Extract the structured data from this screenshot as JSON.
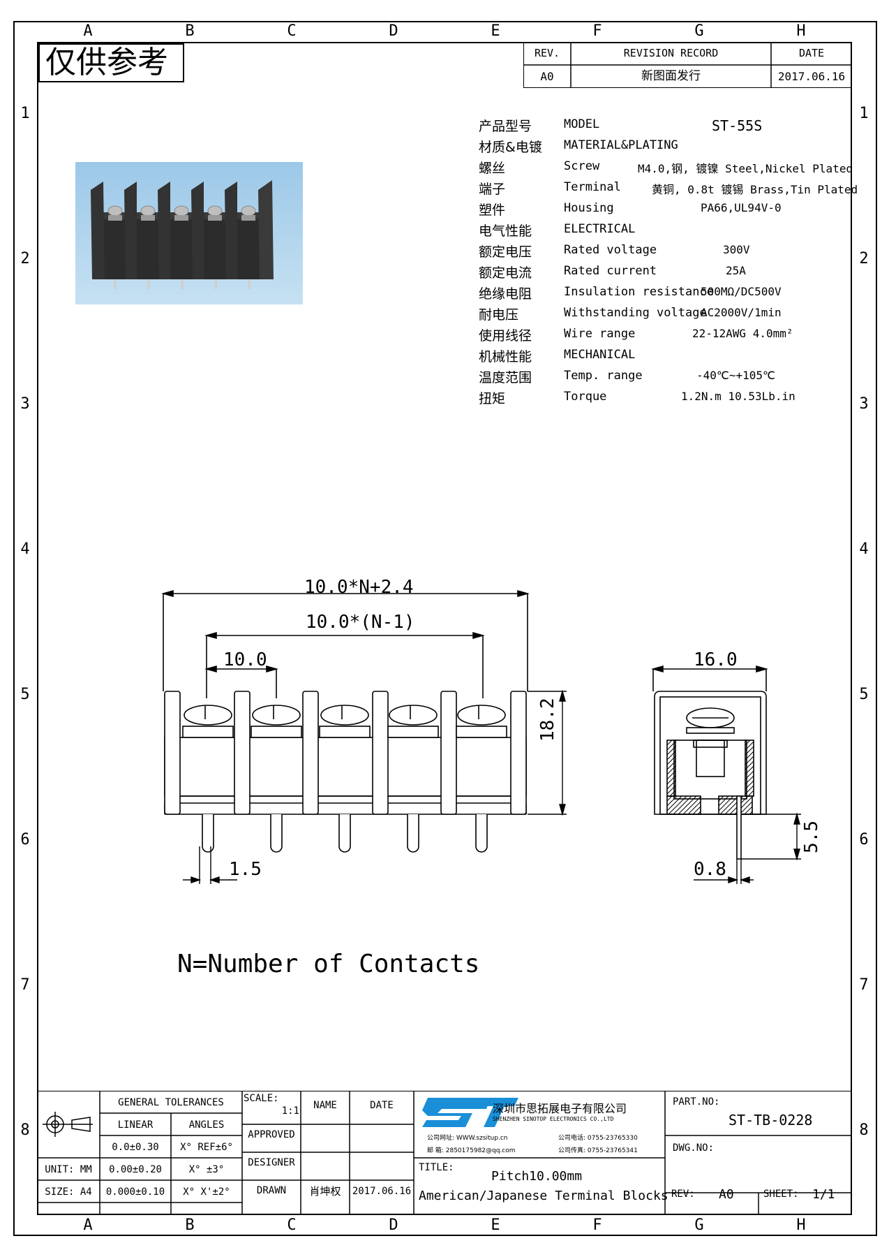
{
  "zones": {
    "columns": [
      "A",
      "B",
      "C",
      "D",
      "E",
      "F",
      "G",
      "H"
    ],
    "rows": [
      "1",
      "2",
      "3",
      "4",
      "5",
      "6",
      "7",
      "8"
    ]
  },
  "stamp": "仅供参考",
  "revision": {
    "rev_header": "REV.",
    "record_header": "REVISION RECORD",
    "date_header": "DATE",
    "rev": "A0",
    "record": "新图面发行",
    "date": "2017.06.16"
  },
  "specs": [
    {
      "cn": "产品型号",
      "en": "MODEL",
      "value": "ST-55S"
    },
    {
      "cn": "材质&电镀",
      "en": "MATERIAL&PLATING",
      "value": ""
    },
    {
      "cn": "螺丝",
      "en": "Screw",
      "value": "M4.0,钢, 镀镍 Steel,Nickel Plated"
    },
    {
      "cn": "端子",
      "en": "Terminal",
      "value": "黄铜, 0.8t 镀锡 Brass,Tin Plated"
    },
    {
      "cn": "塑件",
      "en": "Housing",
      "value": "PA66,UL94V-0"
    },
    {
      "cn": "电气性能",
      "en": "ELECTRICAL",
      "value": ""
    },
    {
      "cn": "额定电压",
      "en": "Rated voltage",
      "value": "300V"
    },
    {
      "cn": "额定电流",
      "en": "Rated current",
      "value": "25A"
    },
    {
      "cn": "绝缘电阻",
      "en": "Insulation resistance",
      "value": "500MΩ/DC500V"
    },
    {
      "cn": "耐电压",
      "en": "Withstanding voltage",
      "value": "AC2000V/1min"
    },
    {
      "cn": "使用线径",
      "en": "Wire range",
      "value": "22-12AWG 4.0mm²"
    },
    {
      "cn": "机械性能",
      "en": "MECHANICAL",
      "value": ""
    },
    {
      "cn": "温度范围",
      "en": "Temp. range",
      "value": "-40℃~+105℃"
    },
    {
      "cn": "扭矩",
      "en": "Torque",
      "value": "1.2N.m  10.53Lb.in"
    }
  ],
  "dimensions": {
    "overall": "10.0*N+2.4",
    "span": "10.0*(N-1)",
    "pitch": "10.0",
    "height": "18.2",
    "pin": "1.5",
    "side_width": "16.0",
    "pin_thickness": "0.8",
    "pin_length": "5.5"
  },
  "note": "N=Number of Contacts",
  "title_block": {
    "general_tolerances": "GENERAL TOLERANCES",
    "linear": "LINEAR",
    "angles": "ANGLES",
    "tol_rows": [
      {
        "lin": "0.0±0.30",
        "ang": "X° REF±6°"
      },
      {
        "lin": "0.00±0.20",
        "ang": "X° ±3°"
      },
      {
        "lin": "0.000±0.10",
        "ang": "X° X'±2°"
      }
    ],
    "unit_label": "UNIT: MM",
    "size_label": "SIZE: A4",
    "scale_label": "SCALE:",
    "scale_value": "1:1",
    "name_header": "NAME",
    "date_header": "DATE",
    "approved": "APPROVED",
    "designer": "DESIGNER",
    "drawn": "DRAWN",
    "drawn_name": "肖坤权",
    "drawn_date": "2017.06.16",
    "company_cn": "深圳市思拓展电子有限公司",
    "company_en": "SHENZHEN SINOTOP ELECTRONICS CO.,LTD",
    "contact_lines": [
      "公司网址: WWW.szsitup.cn",
      "公司电话: 0755-23765330",
      "邮    箱: 2850175982@qq.com",
      "公司传真: 0755-23765341"
    ],
    "title_label": "TITLE:",
    "title_line1": "Pitch10.00mm",
    "title_line2": "American/Japanese Terminal Blocks",
    "part_label": "PART.NO:",
    "part_no": "ST-TB-0228",
    "dwg_label": "DWG.NO:",
    "rev_label": "REV:",
    "rev_value": "A0",
    "sheet_label": "SHEET:",
    "sheet_value": "1/1"
  },
  "colors": {
    "logo_blue": "#1a8fd8",
    "photo_bg": "#a8d0ea",
    "body_dark": "#2e2e2e"
  }
}
